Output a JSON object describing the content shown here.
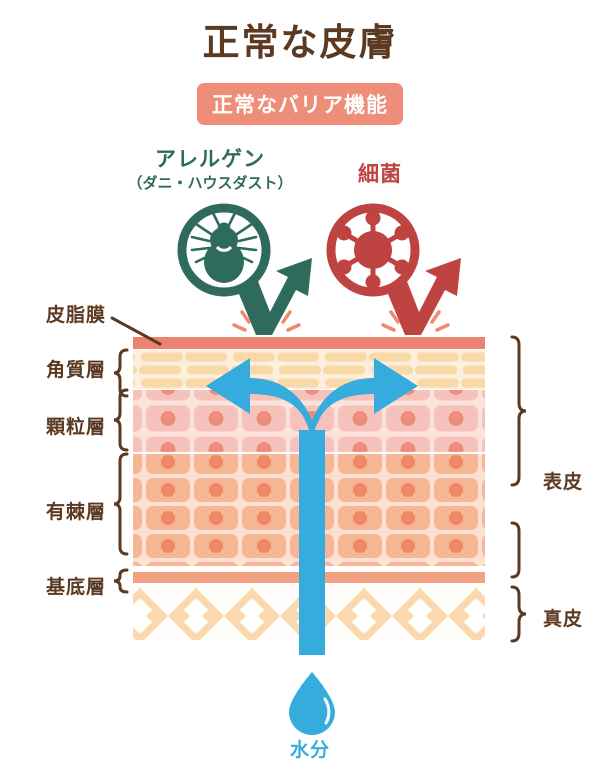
{
  "header": {
    "title": "正常な皮膚",
    "badge": "正常なバリア機能"
  },
  "invaders": [
    {
      "name": "allergen",
      "label_main": "アレルゲン",
      "label_sub": "（ダニ・ハウスダスト）",
      "icon": "mite-icon",
      "color": "#2f6b5c",
      "behavior": "blocked-bounce-off"
    },
    {
      "name": "bacteria",
      "label_main": "細菌",
      "label_sub": "",
      "icon": "bacteria-icon",
      "color": "#bf4340",
      "behavior": "blocked-bounce-off"
    }
  ],
  "skin_layers": [
    {
      "label": "皮脂膜",
      "brace": false,
      "color": "#ec8372"
    },
    {
      "label": "角質層",
      "brace": true,
      "color": "#fad9a8"
    },
    {
      "label": "顆粒層",
      "brace": true,
      "color": "#f6c2bc"
    },
    {
      "label": "有棘層",
      "brace": true,
      "color": "#f7b795"
    },
    {
      "label": "基底層",
      "brace": true,
      "color": "#f3a183"
    }
  ],
  "skin_groups": [
    {
      "label": "表皮",
      "brace": true
    },
    {
      "label": "真皮",
      "brace": true
    }
  ],
  "moisture": {
    "label": "水分",
    "icon": "water-drop-icon",
    "color": "#35acdd",
    "arrow": "y-shaped-retained-moisture"
  },
  "colors": {
    "title": "#5c3a21",
    "badge_bg": "#ee8d78",
    "sebum": "#ec8372",
    "corneum_brick": "#fad9a8",
    "granular_brick": "#f6c2bc",
    "granular_nucleus": "#ee8d7e",
    "spinous_brick": "#f7b795",
    "spinous_nucleus": "#ee8764",
    "basal": "#f3a183",
    "dermis": "#fad9b0",
    "water": "#35acdd",
    "spark": "#f08a6b"
  }
}
